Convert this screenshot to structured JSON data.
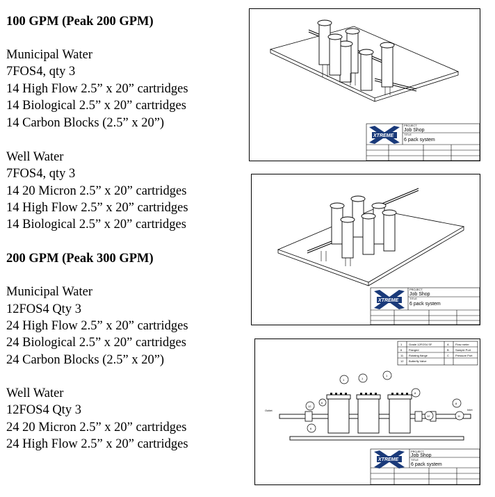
{
  "spec": {
    "sections": [
      {
        "heading": "100 GPM (Peak 200 GPM)",
        "groups": [
          {
            "title": "Municipal Water",
            "lines": [
              "7FOS4, qty 3",
              "14 High Flow 2.5” x 20” cartridges",
              "14 Biological 2.5” x 20” cartridges",
              "14 Carbon Blocks (2.5” x 20”)"
            ]
          },
          {
            "title": "Well Water",
            "lines": [
              "7FOS4, qty 3",
              "14 20 Micron 2.5” x 20” cartridges",
              "14 High Flow 2.5” x 20” cartridges",
              "14 Biological 2.5” x 20” cartridges"
            ]
          }
        ]
      },
      {
        "heading": "200 GPM (Peak 300 GPM)",
        "groups": [
          {
            "title": "Municipal Water",
            "lines": [
              "12FOS4 Qty 3",
              "24 High Flow 2.5” x 20” cartridges",
              "24 Biological 2.5” x 20” cartridges",
              "24 Carbon Blocks (2.5” x 20”)"
            ]
          },
          {
            "title": "Well Water",
            "lines": [
              "12FOS4 Qty 3",
              "24 20 Micron 2.5” x 20” cartridges",
              "24 High Flow 2.5” x 20” cartridges"
            ]
          }
        ]
      }
    ]
  },
  "drawings": [
    {
      "project_label": "PROJECT",
      "project": "Job Shop",
      "title_label": "TITLE",
      "title": "6 pack system",
      "logo": "XTREME"
    },
    {
      "project_label": "PROJECT",
      "project": "Job Shop",
      "title_label": "TITLE",
      "title": "6 pack system",
      "logo": "XTREME"
    },
    {
      "project_label": "PROJECT",
      "project": "Job Shop",
      "title_label": "TITLE",
      "title": "6 pack system",
      "logo": "XTREME",
      "balloons": [
        "1",
        "1",
        "1",
        "6",
        "6",
        "8",
        "12",
        "12",
        "11",
        "8"
      ],
      "legend_rows": [
        {
          "num": "1",
          "desc": "Grade 12FOS4 SF",
          "code": "A",
          "item": "Flow meter"
        },
        {
          "num": "6",
          "desc": "Flanged",
          "code": "B",
          "item": "Sample Port"
        },
        {
          "num": "11",
          "desc": "Rotating flange",
          "code": "C",
          "item": "Pressure Port"
        },
        {
          "num": "12",
          "desc": "Butterfly Valve",
          "code": "",
          "item": ""
        }
      ],
      "outlet_label": "Outlet",
      "inlet_label": "Inlet"
    }
  ]
}
